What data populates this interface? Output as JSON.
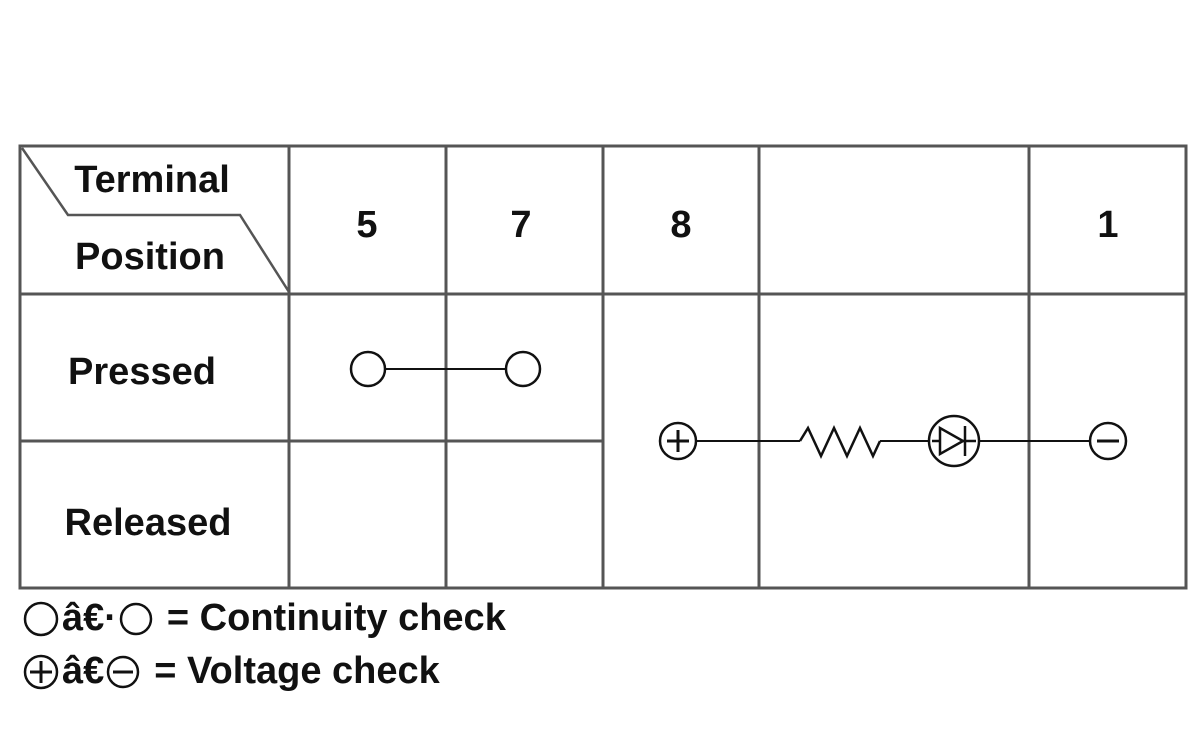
{
  "table": {
    "header_terminal": "Terminal",
    "header_position": "Position",
    "terminals": [
      "5",
      "7",
      "8",
      "",
      "1"
    ],
    "rows": [
      "Pressed",
      "Released"
    ]
  },
  "legend": {
    "continuity": {
      "glyphs": "â€·",
      "text": "= Continuity check"
    },
    "voltage": {
      "glyphs": "â€",
      "text": "= Voltage check"
    }
  },
  "colors": {
    "lines": "#555555",
    "symbols": "#111111"
  }
}
